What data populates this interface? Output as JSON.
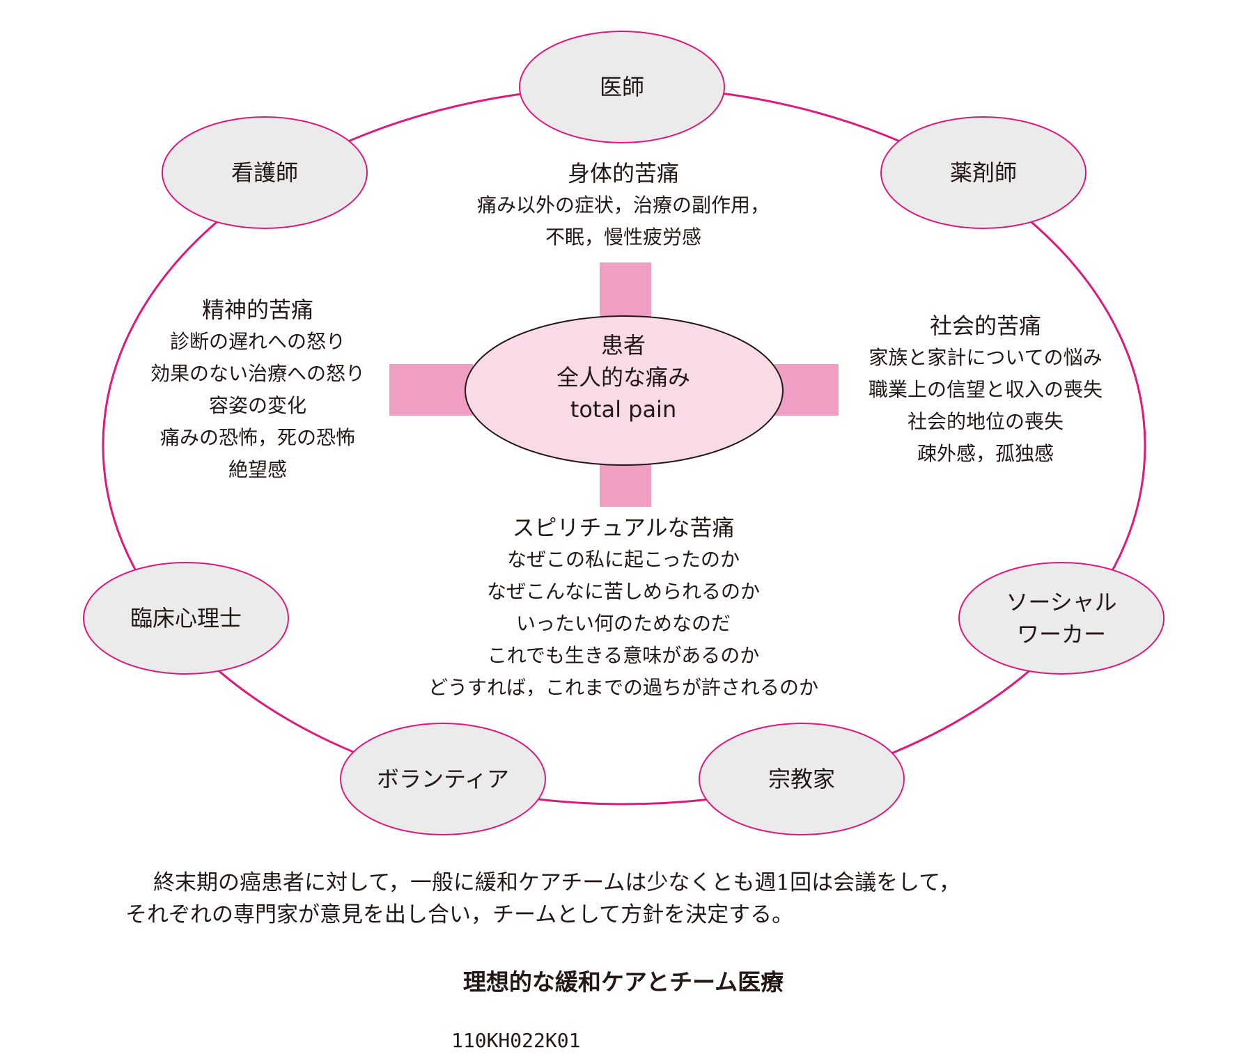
{
  "colors": {
    "ring": "#e0187c",
    "cross": "#f09ec4",
    "center_fill": "#f8dbe7",
    "role_fill": "#ebebeb",
    "text": "#231815"
  },
  "roles": {
    "doctor": [
      "医師"
    ],
    "pharmacist": [
      "薬剤師"
    ],
    "nurse": [
      "看護師"
    ],
    "psychologist": [
      "臨床心理士"
    ],
    "social_worker": [
      "ソーシャル",
      "ワーカー"
    ],
    "volunteer": [
      "ボランティア"
    ],
    "religious": [
      "宗教家"
    ]
  },
  "center": {
    "line1": "患者",
    "line2": "全人的な痛み",
    "line3": "total pain"
  },
  "physical": {
    "title": "身体的苦痛",
    "lines": [
      "痛み以外の症状，治療の副作用，",
      "不眠，慢性疲労感"
    ]
  },
  "mental": {
    "title": "精神的苦痛",
    "lines": [
      "診断の遅れへの怒り",
      "効果のない治療への怒り",
      "容姿の変化",
      "痛みの恐怖，死の恐怖",
      "絶望感"
    ]
  },
  "social": {
    "title": "社会的苦痛",
    "lines": [
      "家族と家計についての悩み",
      "職業上の信望と収入の喪失",
      "社会的地位の喪失",
      "疎外感，孤独感"
    ]
  },
  "spiritual": {
    "title": "スピリチュアルな苦痛",
    "lines": [
      "なぜこの私に起こったのか",
      "なぜこんなに苦しめられるのか",
      "いったい何のためなのだ",
      "これでも生きる意味があるのか",
      "どうすれば，これまでの過ちが許されるのか"
    ]
  },
  "caption": {
    "line1": "終末期の癌患者に対して，一般に緩和ケアチームは少なくとも週1回は会議をして，",
    "line2": "それぞれの専門家が意見を出し合い，チームとして方針を決定する。"
  },
  "figure_title": "理想的な緩和ケアとチーム医療",
  "figure_code": "110KH022K01"
}
